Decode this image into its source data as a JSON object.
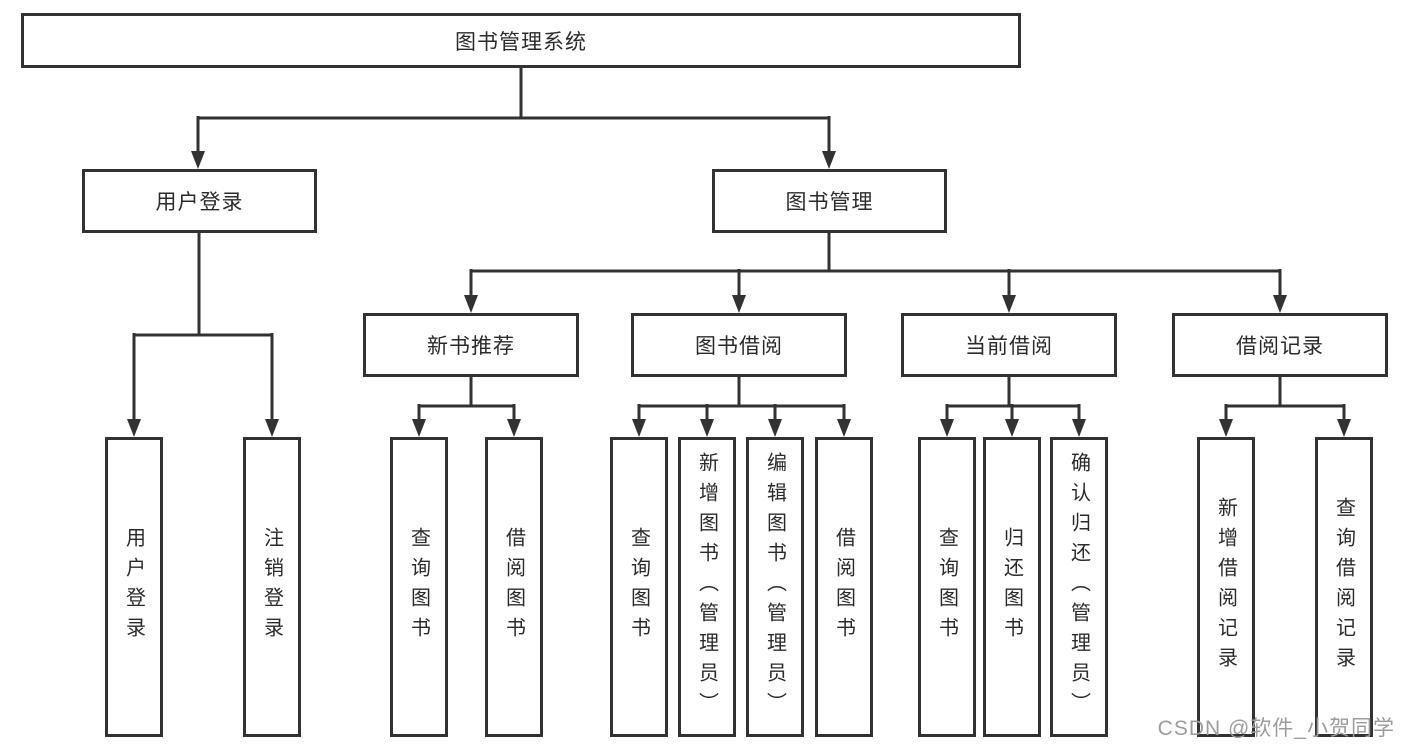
{
  "tree": {
    "root": {
      "label": "图书管理系统"
    },
    "level1": [
      {
        "label": "用户登录"
      },
      {
        "label": "图书管理"
      }
    ],
    "level2": [
      {
        "label": "新书推荐"
      },
      {
        "label": "图书借阅"
      },
      {
        "label": "当前借阅"
      },
      {
        "label": "借阅记录"
      }
    ],
    "leaves": {
      "user": [
        "用户登录",
        "注销登录"
      ],
      "newbook": [
        "查询图书",
        "借阅图书"
      ],
      "borrow": [
        "查询图书",
        "新增图书（管理员）",
        "编辑图书（管理员）",
        "借阅图书"
      ],
      "current": [
        "查询图书",
        "归还图书",
        "确认归还（管理员）"
      ],
      "records": [
        "新增借阅记录",
        "查询借阅记录"
      ]
    }
  },
  "watermark": {
    "text": "CSDN @软件_小贺同学"
  },
  "colors": {
    "line": "#323232",
    "box_border": "#323232",
    "text": "#2b2b2b",
    "watermark": "#9c9c9c",
    "background": "#ffffff"
  }
}
